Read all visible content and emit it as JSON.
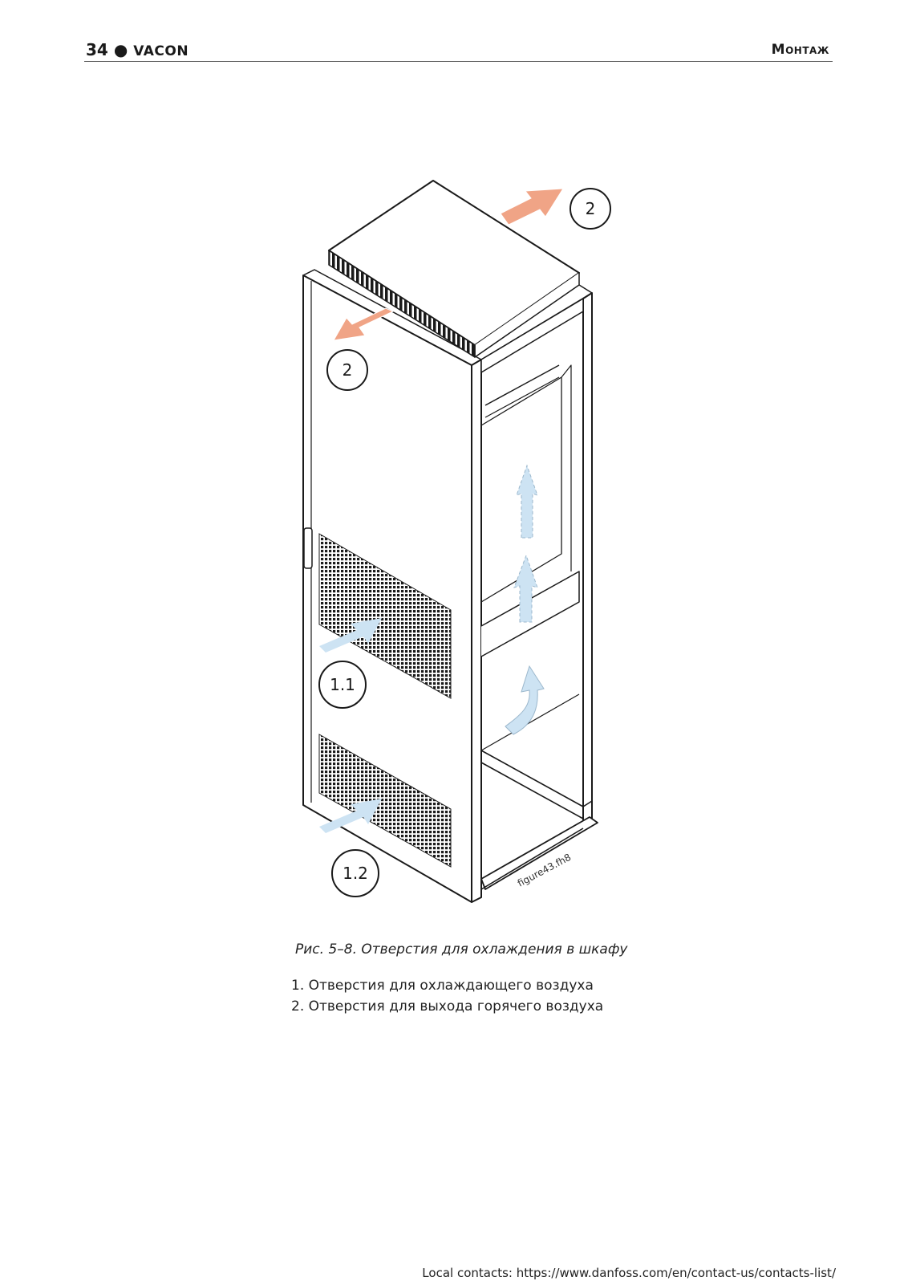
{
  "header": {
    "page_number": "34",
    "separator": "●",
    "brand": "VACON",
    "section": "Монтаж"
  },
  "figure": {
    "callouts": [
      "2",
      "2",
      "1.1",
      "1.2"
    ],
    "file_label": "figure43.fh8",
    "colors": {
      "hot_air": "#f0a486",
      "cool_air": "#cde3f3",
      "line": "#1a1a1a"
    }
  },
  "caption": "Рис. 5–8. Отверстия для охлаждения в шкафу",
  "legend": [
    "1. Отверстия для охлаждающего воздуха",
    "2. Отверстия для выхода горячего воздуха"
  ],
  "footer": "Local contacts: https://www.danfoss.com/en/contact-us/contacts-list/"
}
